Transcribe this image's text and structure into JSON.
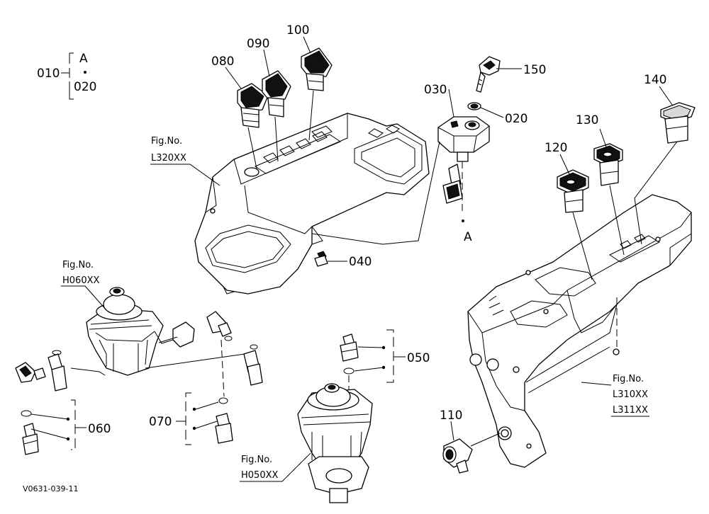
{
  "figure_code": "V0631-039-11",
  "callouts": {
    "c010": "010",
    "c020_group": "020",
    "c020": "020",
    "group_letter": "A",
    "c030": "030",
    "c040": "040",
    "c050": "050",
    "c060": "060",
    "c070": "070",
    "c080": "080",
    "c090": "090",
    "c100": "100",
    "c110": "110",
    "c120": "120",
    "c130": "130",
    "c140": "140",
    "c150": "150",
    "key_cylinder_ref": "A"
  },
  "fig_refs": {
    "panel_label": "Fig.No.",
    "panel_no": "L320XX",
    "lever_r_label": "Fig.No.",
    "lever_r_no": "H060XX",
    "lever_l_label": "Fig.No.",
    "lever_l_no": "H050XX",
    "console_label": "Fig.No.",
    "console_no_1": "L310XX",
    "console_no_2": "L311XX"
  }
}
